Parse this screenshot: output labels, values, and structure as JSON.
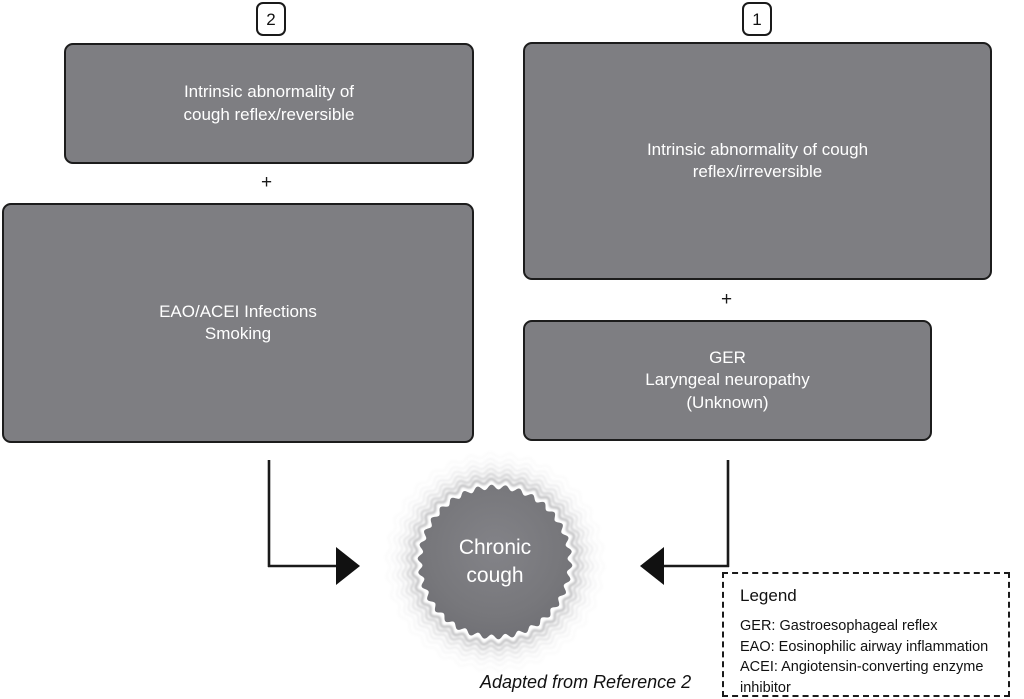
{
  "figure": {
    "caption": "Adapted from Reference 2",
    "background_color": "#ffffff",
    "box_fill_color": "#7e7e82",
    "box_border_color": "#1c1c1c",
    "box_text_color": "#ffffff",
    "line_color": "#1a1a1a"
  },
  "badges": [
    {
      "label": "2"
    },
    {
      "label": "1"
    }
  ],
  "boxes": [
    {
      "text": "Intrinsic abnormality of\ncough reflex/reversible"
    },
    {
      "text": "EAO/ACEI Infections\nSmoking"
    },
    {
      "text": "Intrinsic abnormality of cough\nreflex/irreversible"
    },
    {
      "text": "GER\nLaryngeal neuropathy\n(Unknown)"
    }
  ],
  "operators": [
    {
      "symbol": "+"
    },
    {
      "symbol": "+"
    }
  ],
  "center_node": {
    "text": "Chronic\ncough",
    "fill_color": "#76767a"
  },
  "legend": {
    "title": "Legend",
    "entries": [
      "GER: Gastroesophageal reflex",
      "EAO: Eosinophilic airway inflammation",
      "ACEI: Angiotensin-converting enzyme\n          inhibitor"
    ]
  }
}
